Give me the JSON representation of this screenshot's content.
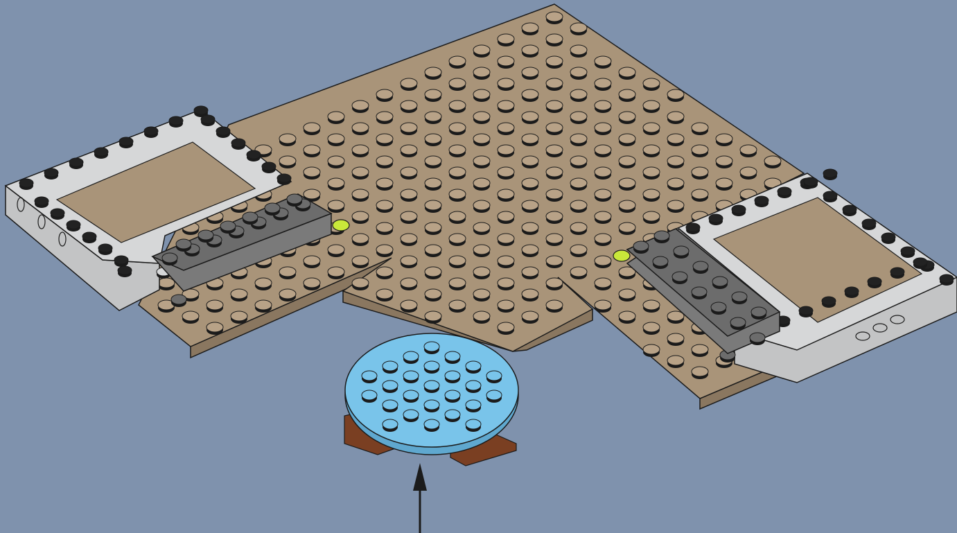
{
  "colors": {
    "background": "#7f92ad",
    "tan": "#a99479",
    "tan_dark": "#8a7760",
    "tan_stud": "#b8a287",
    "light_gray": "#d6d7d8",
    "light_gray_side": "#c3c4c5",
    "dark_gray": "#6c6c6c",
    "black_stud": "#222222",
    "lime": "#c9e83a",
    "sky_blue": "#79c4ea",
    "sky_blue_dark": "#5fa8cf",
    "brown": "#7a3f22",
    "outline": "#1b1b1b"
  },
  "parts": [
    {
      "id": "base-plate",
      "color": "tan"
    },
    {
      "id": "left-frame",
      "color": "light_gray"
    },
    {
      "id": "left-plate",
      "color": "dark_gray"
    },
    {
      "id": "right-frame",
      "color": "light_gray"
    },
    {
      "id": "right-plate",
      "color": "dark_gray"
    },
    {
      "id": "round-plate",
      "color": "sky_blue"
    },
    {
      "id": "brown-tiles",
      "color": "brown"
    },
    {
      "id": "lime-connectors",
      "color": "lime"
    }
  ],
  "callouts": [
    {
      "id": "insert-arrow",
      "icon": "arrow-up-icon",
      "color": "outline"
    }
  ]
}
